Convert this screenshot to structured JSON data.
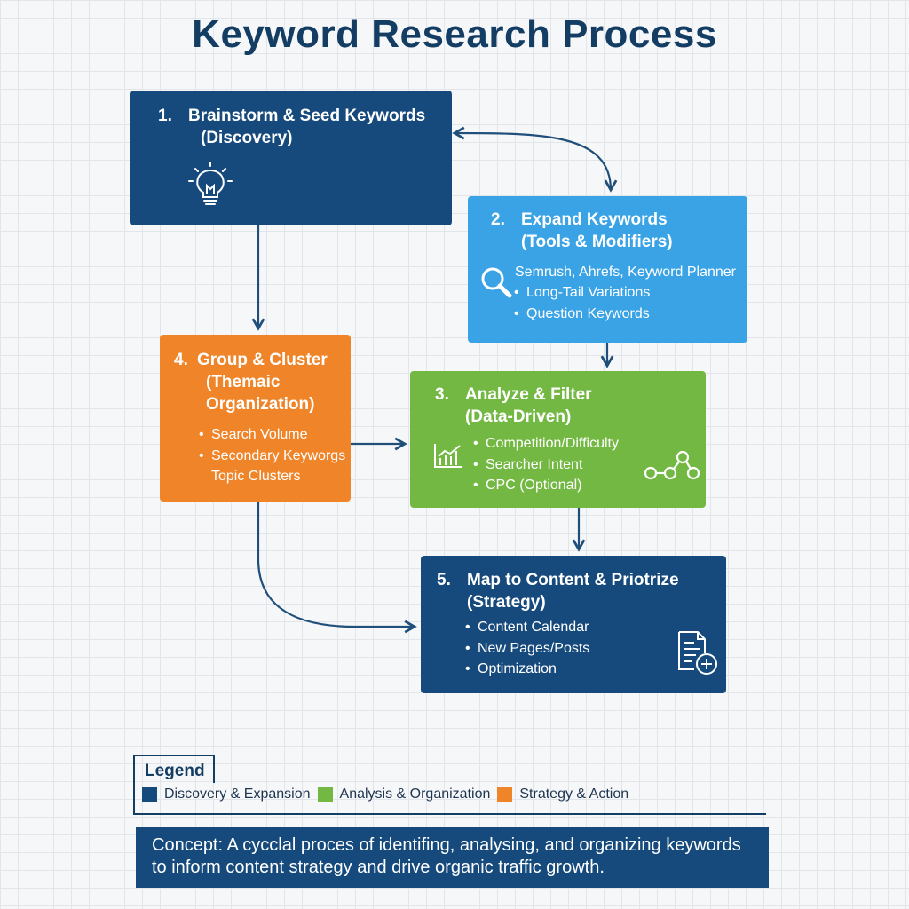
{
  "title": "Keyword Research Process",
  "colors": {
    "navy": "#164a7c",
    "blue": "#3aa3e6",
    "green": "#73b843",
    "orange": "#ef8528",
    "connector": "#1f4f7a"
  },
  "steps": {
    "step1": {
      "number": "1.",
      "title": "Brainstorm & Seed Keywords",
      "subtitle": "(Discovery)",
      "icon": "lightbulb-icon"
    },
    "step2": {
      "number": "2.",
      "title": "Expand Keywords",
      "subtitle": "(Tools & Modifiers)",
      "tools": "Semrush, Ahrefs, Keyword Planner",
      "bullets": [
        "Long-Tail Variations",
        "Question Keywords"
      ],
      "icon": "magnifier-icon"
    },
    "step3": {
      "number": "3.",
      "title": "Analyze & Filter",
      "subtitle": "(Data-Driven)",
      "bullets": [
        "Competition/Difficulty",
        "Searcher Intent",
        "CPC (Optional)"
      ],
      "icons": [
        "bar-chart-icon",
        "network-nodes-icon"
      ]
    },
    "step4": {
      "number": "4.",
      "title": "Group & Cluster",
      "subtitle_line1": "(Themaic",
      "subtitle_line2": "Organization)",
      "bullets": [
        "Search Volume",
        "Secondary Keyworgs",
        "Topic Clusters"
      ]
    },
    "step5": {
      "number": "5.",
      "title": "Map to Content & Priotrize",
      "subtitle": "(Strategy)",
      "bullets": [
        "Content Calendar",
        "New Pages/Posts",
        "Optimization"
      ],
      "icon": "document-add-icon"
    }
  },
  "legend": {
    "title": "Legend",
    "items": [
      {
        "label": "Discovery & Expansion",
        "color": "#164a7c"
      },
      {
        "label": "Analysis & Organization",
        "color": "#73b843"
      },
      {
        "label": "Strategy & Action",
        "color": "#ef8528"
      }
    ]
  },
  "concept": "Concept: A cycclal proces of identifing, analysing, and organizing keywords to inform content strategy and drive organic traffic growth."
}
